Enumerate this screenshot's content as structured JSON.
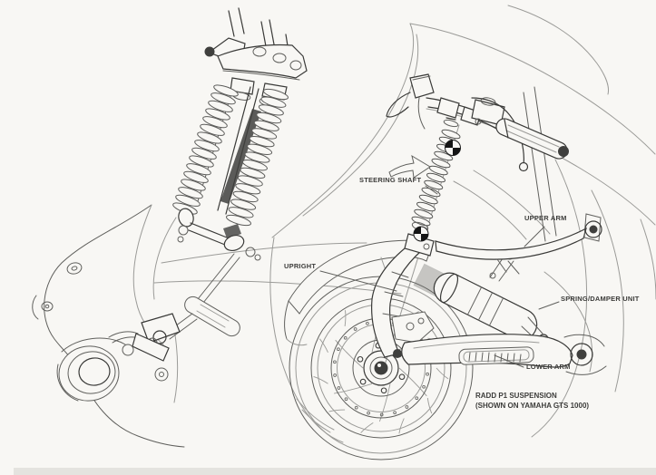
{
  "figure": {
    "labels": {
      "steering_shaft": "STEERING SHAFT",
      "upper_arm": "UPPER ARM",
      "upright": "UPRIGHT",
      "spring_damper": "SPRING/DAMPER UNIT",
      "lower_arm": "LOWER ARM"
    },
    "caption": {
      "line1": "RADD P1 SUSPENSION",
      "line2": "(SHOWN ON YAMAHA GTS 1000)"
    },
    "colors": {
      "background": "#f8f7f4",
      "line_dark": "#3a3a38",
      "line_medium": "#60605d",
      "line_light": "#9b9b98",
      "label_text": "#3c3c3a",
      "marker_fill": "#151515"
    }
  }
}
